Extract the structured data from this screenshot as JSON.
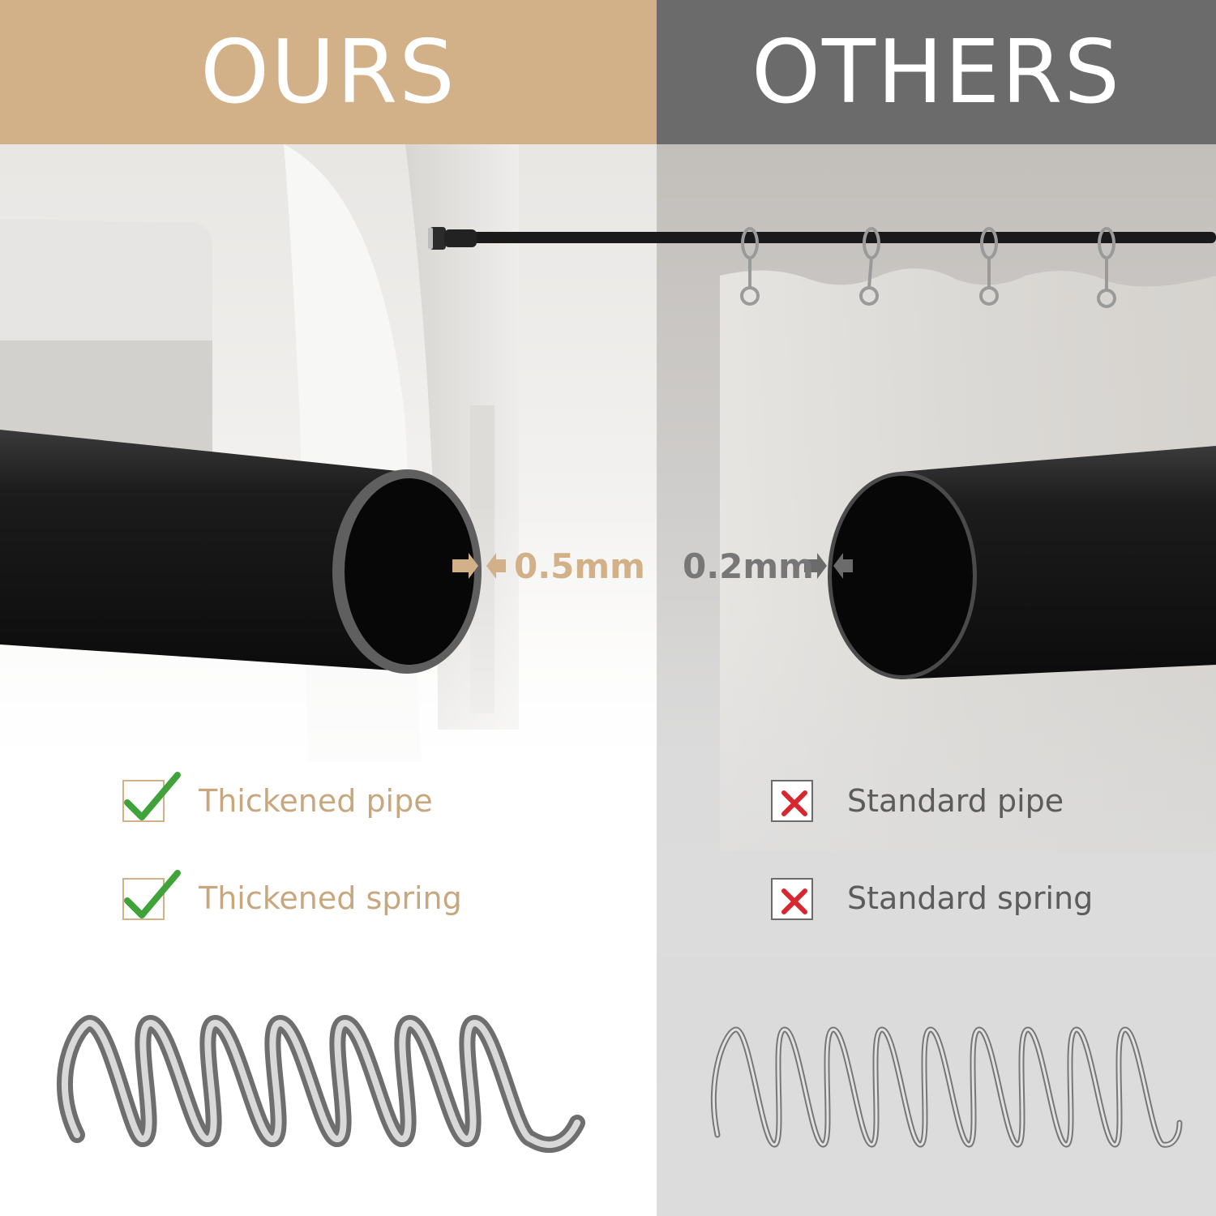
{
  "colors": {
    "ours_accent": "#d2b088",
    "others_accent": "#6b6b6b",
    "check_green": "#3fa33a",
    "cross_red": "#d8272e",
    "ours_text": "#c9a77e",
    "others_text": "#5c5c5c",
    "pipe_black": "#121212"
  },
  "headers": {
    "ours": "OURS",
    "others": "OTHERS"
  },
  "ours": {
    "thickness": "0.5mm",
    "features": [
      {
        "icon": "check-icon",
        "label": "Thickened pipe"
      },
      {
        "icon": "check-icon",
        "label": "Thickened spring"
      }
    ]
  },
  "others": {
    "thickness": "0.2mm",
    "features": [
      {
        "icon": "cross-icon",
        "label": "Standard pipe"
      },
      {
        "icon": "cross-icon",
        "label": "Standard spring"
      }
    ]
  }
}
